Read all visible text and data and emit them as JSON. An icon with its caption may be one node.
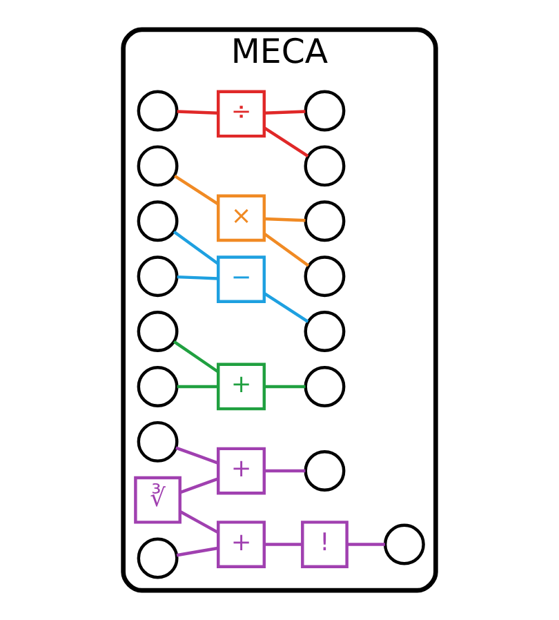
{
  "diagram": {
    "nodes": [
      {
        "text": [
          "MECA"
        ]
      },
      {
        "text": [],
        "shape": "circle",
        "in": 0
      },
      {
        "text": [
          "÷"
        ],
        "in": 0
      },
      {
        "text": [],
        "shape": "circle",
        "in": 0
      },
      {
        "text": [],
        "shape": "circle",
        "in": 0
      },
      {
        "text": [
          "×"
        ],
        "in": 0
      },
      {
        "text": [],
        "shape": "circle",
        "in": 0
      },
      {
        "text": [
          "−"
        ],
        "in": 0
      },
      {
        "text": [],
        "shape": "circle",
        "in": 0
      },
      {
        "text": [],
        "shape": "circle",
        "in": 0
      },
      {
        "text": [],
        "shape": "circle",
        "in": 0
      },
      {
        "text": [],
        "shape": "circle",
        "in": 0
      },
      {
        "text": [],
        "shape": "circle",
        "in": 0
      },
      {
        "text": [
          "∛"
        ],
        "in": 0
      },
      {
        "text": [
          "+"
        ],
        "in": 0
      },
      {
        "text": [],
        "shape": "circle",
        "in": 0
      },
      {
        "text": [
          "+"
        ],
        "in": 0
      },
      {
        "text": [],
        "shape": "circle",
        "in": 0
      },
      {
        "text": [
          "+"
        ],
        "in": 0
      },
      {
        "text": [
          "!"
        ],
        "in": 0
      },
      {
        "text": [],
        "shape": "circle",
        "in": 0
      },
      {
        "text": [],
        "shape": "circle",
        "in": 0
      },
      {
        "text": [],
        "shape": "circle",
        "in": 0
      },
      {
        "text": [],
        "shape": "circle",
        "in": 0
      },
      {
        "text": [],
        "shape": "circle",
        "in": 0
      }
    ],
    "edges": [
      {
        "from": 1,
        "to": 2,
        "arrow": "none",
        "color": "#e02828"
      },
      {
        "from": 2,
        "to": 3,
        "arrow": "none",
        "color": "#e02828"
      },
      {
        "from": 2,
        "to": 20,
        "arrow": "none",
        "color": "#e02828"
      },
      {
        "from": 4,
        "to": 5,
        "arrow": "none",
        "color": "#f08a24"
      },
      {
        "from": 5,
        "to": 6,
        "arrow": "none",
        "color": "#f08a24"
      },
      {
        "from": 5,
        "to": 21,
        "arrow": "none",
        "color": "#f08a24"
      },
      {
        "from": 10,
        "to": 7,
        "arrow": "none",
        "color": "#1ea0e0"
      },
      {
        "from": 8,
        "to": 7,
        "arrow": "none",
        "color": "#1ea0e0"
      },
      {
        "from": 7,
        "to": 23,
        "arrow": "none",
        "color": "#1ea0e0"
      },
      {
        "from": 9,
        "to": 16,
        "arrow": "none",
        "color": "#20a040"
      },
      {
        "from": 17,
        "to": 16,
        "arrow": "none",
        "color": "#20a040"
      },
      {
        "from": 16,
        "to": 22,
        "arrow": "none",
        "color": "#20a040"
      },
      {
        "from": 13,
        "to": 14,
        "arrow": "none",
        "color": "#a040b0"
      },
      {
        "from": 11,
        "to": 14,
        "arrow": "none",
        "color": "#a040b0"
      },
      {
        "from": 14,
        "to": 15,
        "arrow": "none",
        "color": "#a040b0"
      },
      {
        "from": 13,
        "to": 18,
        "arrow": "none",
        "color": "#a040b0"
      },
      {
        "from": 12,
        "to": 18,
        "arrow": "none",
        "color": "#a040b0"
      },
      {
        "from": 18,
        "to": 19,
        "arrow": "none",
        "color": "#a040b0"
      },
      {
        "from": 19,
        "to": 24,
        "arrow": "none",
        "color": "#a040b0"
      }
    ]
  }
}
